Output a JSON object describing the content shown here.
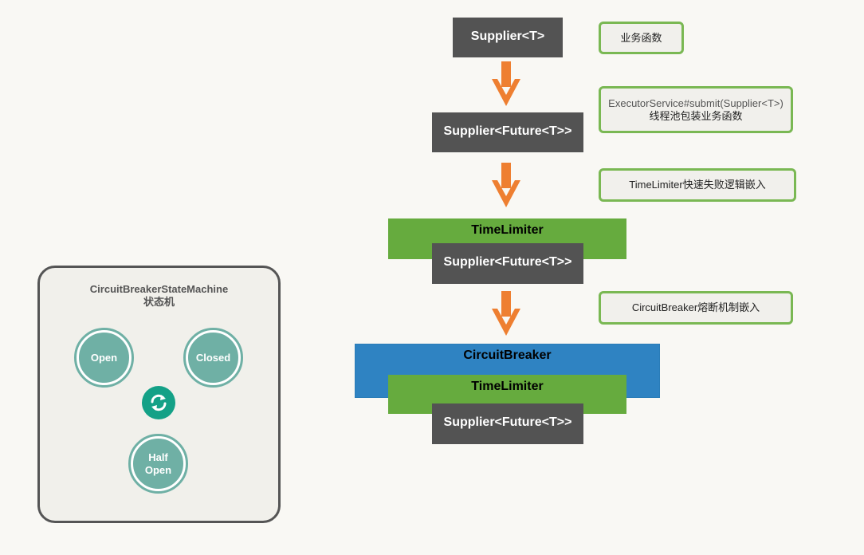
{
  "flow": {
    "supplier": "Supplier<T>",
    "supplier_future_1": "Supplier<Future<T>>",
    "timelimiter_1": "TimeLimiter",
    "supplier_future_2": "Supplier<Future<T>>",
    "circuitbreaker": "CircuitBreaker",
    "timelimiter_2": "TimeLimiter",
    "supplier_future_3": "Supplier<Future<T>>"
  },
  "notes": {
    "business_fn": "业务函数",
    "executor_line1": "ExecutorService#submit(Supplier<T>)",
    "executor_line2": "线程池包装业务函数",
    "timelimiter_note": "TimeLimiter快速失败逻辑嵌入",
    "circuitbreaker_note": "CircuitBreaker熔断机制嵌入"
  },
  "state_machine": {
    "title_line1": "CircuitBreakerStateMachine",
    "title_line2": "状态机",
    "states": {
      "open": "Open",
      "closed": "Closed",
      "half_open_line1": "Half",
      "half_open_line2": "Open"
    },
    "cycle_icon": "refresh-cycle-icon"
  },
  "colors": {
    "dark_box": "#535353",
    "green": "#66ab3e",
    "blue": "#2f83c2",
    "arrow": "#ee7f31",
    "note_border": "#7ab853",
    "state": "#6fb0a5",
    "cycle": "#14a187"
  }
}
